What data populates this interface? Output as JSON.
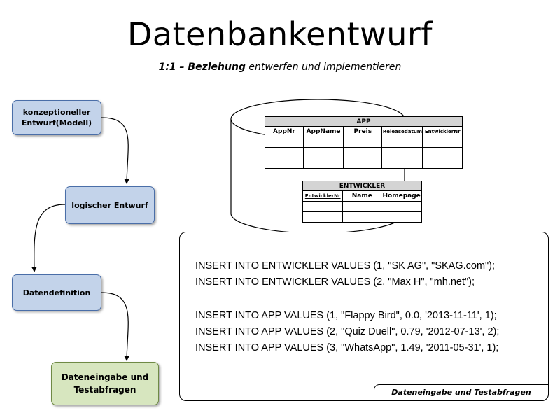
{
  "title": "Datenbankentwurf",
  "subtitle": {
    "bold": "1:1 – Beziehung",
    "rest": " entwerfen und implementieren"
  },
  "flow": {
    "step1": "konzeptioneller Entwurf(Modell)",
    "step2": "logischer Entwurf",
    "step3": "Datendefinition",
    "step4": "Dateneingabe und Testabfragen"
  },
  "tables": {
    "app": {
      "name": "APP",
      "columns": [
        "AppNr",
        "AppName",
        "Preis",
        "Releasedatum",
        "EntwicklerNr"
      ]
    },
    "entwickler": {
      "name": "ENTWICKLER",
      "columns": [
        "EntwicklerNr",
        "Name",
        "Homepage"
      ]
    }
  },
  "sql": {
    "lines": [
      "INSERT INTO ENTWICKLER VALUES (1, \"SK AG\", \"SKAG.com\");",
      "INSERT INTO ENTWICKLER VALUES (2, \"Max H\", \"mh.net\");",
      "INSERT INTO APP VALUES (1, \"Flappy Bird\", 0.0, '2013-11-11', 1);",
      "INSERT INTO APP VALUES (2, \"Quiz Duell\", 0.79, '2012-07-13', 2);",
      "INSERT INTO APP VALUES (3, \"WhatsApp\", 1.49, '2011-05-31', 1);"
    ],
    "label": "Dateneingabe und Testabfragen"
  }
}
